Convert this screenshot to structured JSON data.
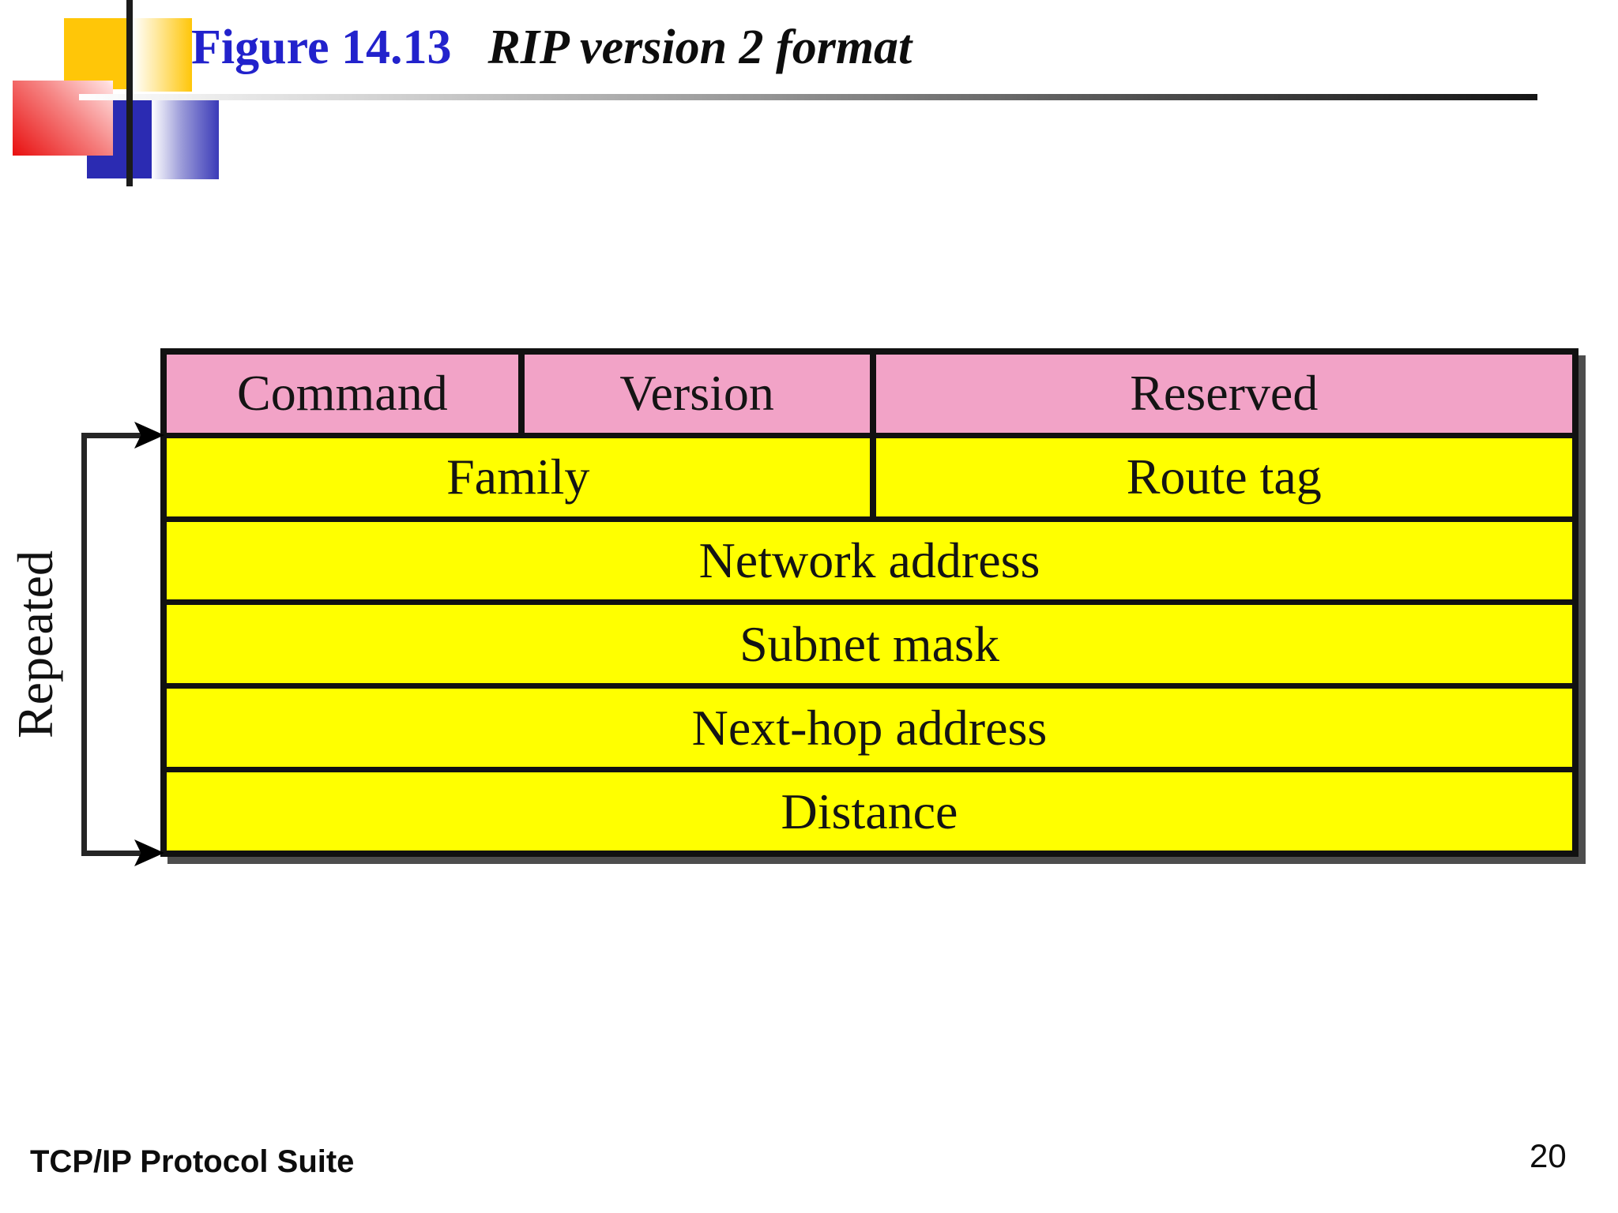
{
  "header": {
    "figure_label": "Figure 14.13",
    "figure_title": "RIP version 2 format"
  },
  "diagram": {
    "repeated_label": "Repeated",
    "rows": [
      {
        "type": "header",
        "cells": [
          {
            "label": "Command"
          },
          {
            "label": "Version"
          },
          {
            "label": "Reserved"
          }
        ]
      },
      {
        "type": "entry",
        "cells": [
          {
            "label": "Family"
          },
          {
            "label": "Route tag"
          }
        ]
      },
      {
        "type": "entry",
        "cells": [
          {
            "label": "Network address"
          }
        ]
      },
      {
        "type": "entry",
        "cells": [
          {
            "label": "Subnet mask"
          }
        ]
      },
      {
        "type": "entry",
        "cells": [
          {
            "label": "Next-hop address"
          }
        ]
      },
      {
        "type": "entry",
        "cells": [
          {
            "label": "Distance"
          }
        ]
      }
    ]
  },
  "footer": {
    "book_title": "TCP/IP Protocol Suite",
    "page_number": "20"
  },
  "colors": {
    "header_row_pink": "#F2A3C7",
    "entry_row_yellow": "#FFFF00",
    "figure_label_blue": "#2222CC",
    "table_border_black": "#111111",
    "table_shadow_gray": "#4D4D4D",
    "logo_gold": "#FFC608",
    "logo_red": "#E80F0F",
    "logo_blue": "#2B2BB2"
  }
}
